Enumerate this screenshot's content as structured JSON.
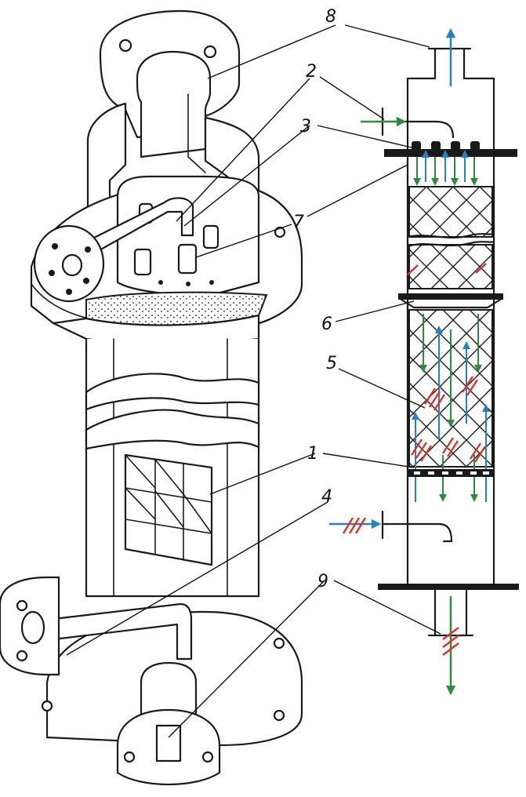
{
  "callouts": {
    "c1": "1",
    "c2": "2",
    "c3": "3",
    "c4": "4",
    "c5": "5",
    "c6": "6",
    "c7": "7",
    "c8": "8",
    "c9": "9"
  },
  "colors": {
    "line": "#1a1a1a",
    "paper": "#ffffff",
    "gas_flow": "#2a7fc0",
    "liquid_flow": "#2e8b3e",
    "hatch_mark": "#e0302a",
    "packing_fill": "#e8e8e8"
  },
  "icons": {
    "gas_flow": "blue-up-arrow",
    "liquid_flow": "green-down-arrow",
    "hatched_feed": "red-hatch-arrow"
  }
}
